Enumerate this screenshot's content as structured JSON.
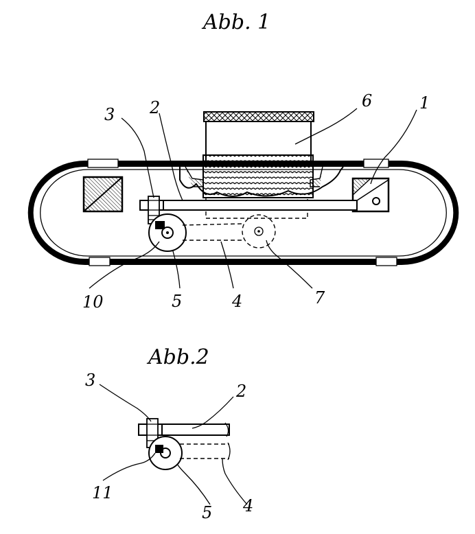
{
  "figure1": {
    "title": "Abb. 1",
    "labels": {
      "l1": "1",
      "l2": "2",
      "l3": "3",
      "l4": "4",
      "l5": "5",
      "l6": "6",
      "l7": "7",
      "l10": "10"
    }
  },
  "figure2": {
    "title": "Abb.2",
    "labels": {
      "l2": "2",
      "l3": "3",
      "l4": "4",
      "l5": "5",
      "l11": "11"
    }
  }
}
